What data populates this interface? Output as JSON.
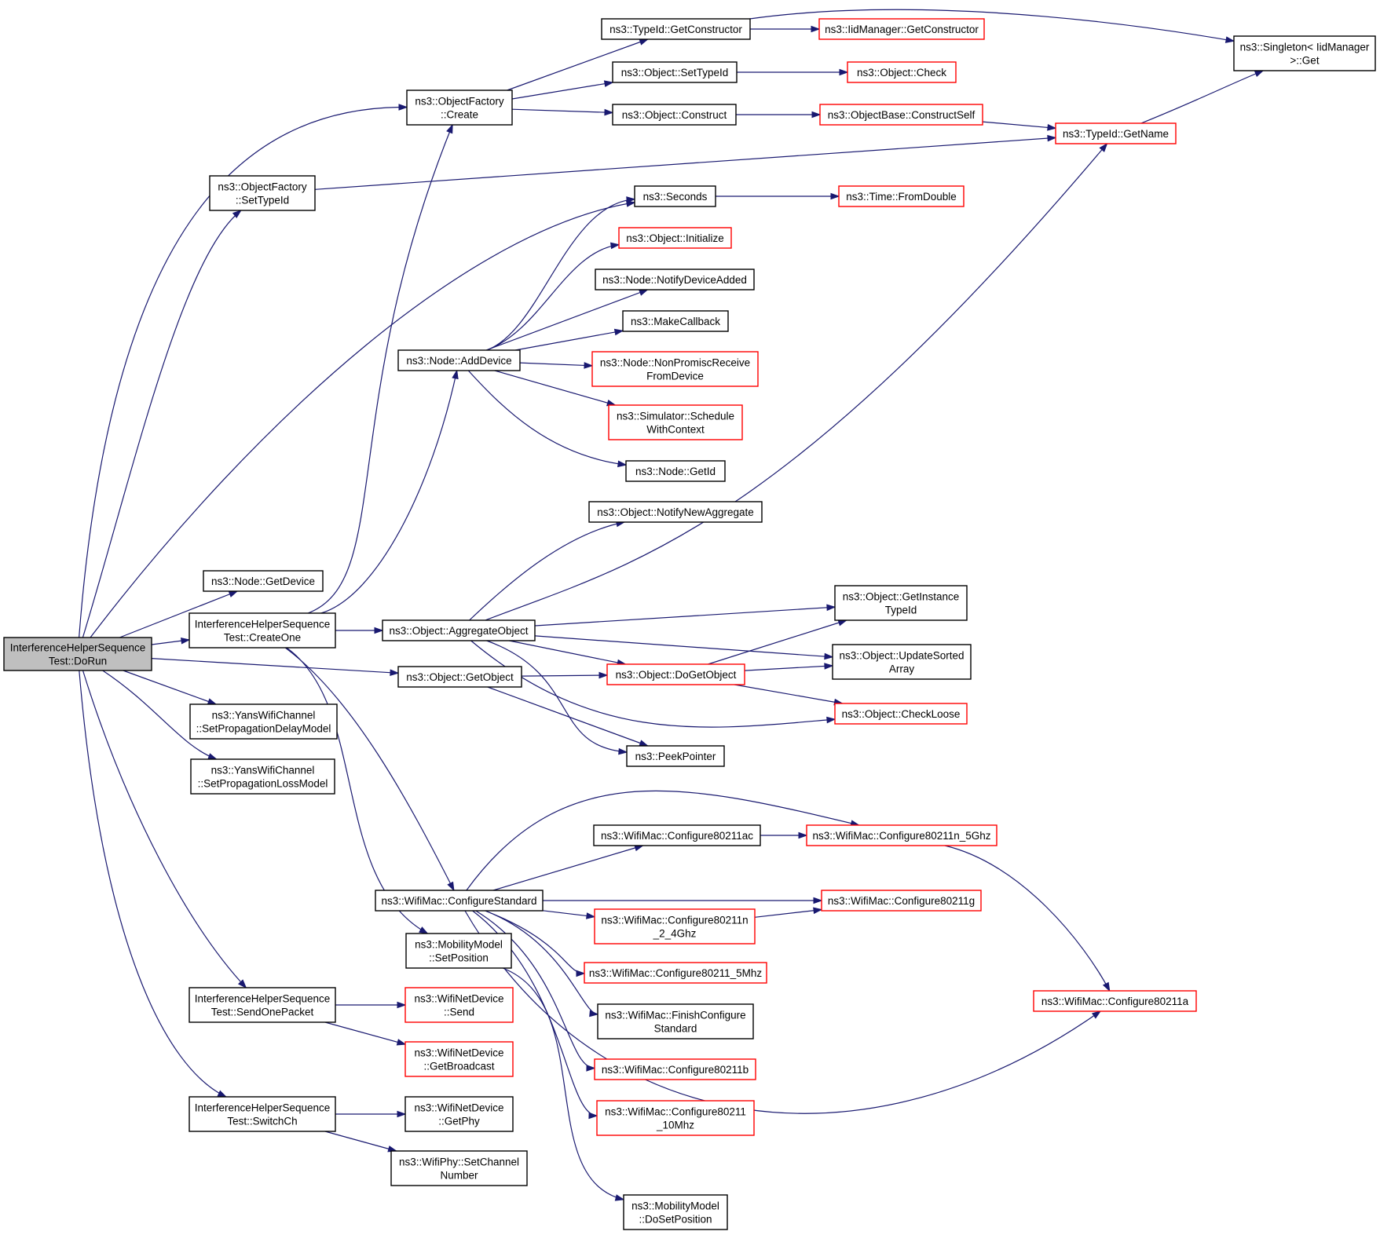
{
  "colors": {
    "edge": "#191970",
    "node_border": "#000000",
    "node_border_incomplete": "#ff0000",
    "root_fill": "#bfbfbf",
    "node_fill": "#ffffff",
    "text": "#000000"
  },
  "nodes": [
    {
      "id": "n_dorun",
      "lines": [
        "InterferenceHelperSequence",
        "Test::DoRun"
      ],
      "style": "root"
    },
    {
      "id": "n_factory_create",
      "lines": [
        "ns3::ObjectFactory",
        "::Create"
      ],
      "style": "normal"
    },
    {
      "id": "n_factory_settypeid",
      "lines": [
        "ns3::ObjectFactory",
        "::SetTypeId"
      ],
      "style": "normal"
    },
    {
      "id": "n_seconds",
      "lines": [
        "ns3::Seconds"
      ],
      "style": "normal"
    },
    {
      "id": "n_node_getdevice",
      "lines": [
        "ns3::Node::GetDevice"
      ],
      "style": "normal"
    },
    {
      "id": "n_createone",
      "lines": [
        "InterferenceHelperSequence",
        "Test::CreateOne"
      ],
      "style": "normal"
    },
    {
      "id": "n_getobject",
      "lines": [
        "ns3::Object::GetObject"
      ],
      "style": "normal"
    },
    {
      "id": "n_setpropdelay",
      "lines": [
        "ns3::YansWifiChannel",
        "::SetPropagationDelayModel"
      ],
      "style": "normal"
    },
    {
      "id": "n_setproploss",
      "lines": [
        "ns3::YansWifiChannel",
        "::SetPropagationLossModel"
      ],
      "style": "normal"
    },
    {
      "id": "n_sendonepacket",
      "lines": [
        "InterferenceHelperSequence",
        "Test::SendOnePacket"
      ],
      "style": "normal"
    },
    {
      "id": "n_switchch",
      "lines": [
        "InterferenceHelperSequence",
        "Test::SwitchCh"
      ],
      "style": "normal"
    },
    {
      "id": "n_typeid_getconstructor",
      "lines": [
        "ns3::TypeId::GetConstructor"
      ],
      "style": "normal"
    },
    {
      "id": "n_object_settypeid",
      "lines": [
        "ns3::Object::SetTypeId"
      ],
      "style": "normal"
    },
    {
      "id": "n_object_construct",
      "lines": [
        "ns3::Object::Construct"
      ],
      "style": "normal"
    },
    {
      "id": "n_node_adddevice",
      "lines": [
        "ns3::Node::AddDevice"
      ],
      "style": "normal"
    },
    {
      "id": "n_aggregateobject",
      "lines": [
        "ns3::Object::AggregateObject"
      ],
      "style": "normal"
    },
    {
      "id": "n_configurestandard",
      "lines": [
        "ns3::WifiMac::ConfigureStandard"
      ],
      "style": "normal"
    },
    {
      "id": "n_mobility_setposition",
      "lines": [
        "ns3::MobilityModel",
        "::SetPosition"
      ],
      "style": "normal"
    },
    {
      "id": "n_netdevice_send",
      "lines": [
        "ns3::WifiNetDevice",
        "::Send"
      ],
      "style": "incomplete"
    },
    {
      "id": "n_netdevice_getbroadcast",
      "lines": [
        "ns3::WifiNetDevice",
        "::GetBroadcast"
      ],
      "style": "incomplete"
    },
    {
      "id": "n_netdevice_getphy",
      "lines": [
        "ns3::WifiNetDevice",
        "::GetPhy"
      ],
      "style": "normal"
    },
    {
      "id": "n_setchannelnumber",
      "lines": [
        "ns3::WifiPhy::SetChannel",
        "Number"
      ],
      "style": "normal"
    },
    {
      "id": "n_iidmanager_getconstructor",
      "lines": [
        "ns3::IidManager::GetConstructor"
      ],
      "style": "incomplete"
    },
    {
      "id": "n_object_check",
      "lines": [
        "ns3::Object::Check"
      ],
      "style": "incomplete"
    },
    {
      "id": "n_constructself",
      "lines": [
        "ns3::ObjectBase::ConstructSelf"
      ],
      "style": "incomplete"
    },
    {
      "id": "n_time_fromdouble",
      "lines": [
        "ns3::Time::FromDouble"
      ],
      "style": "incomplete"
    },
    {
      "id": "n_object_initialize",
      "lines": [
        "ns3::Object::Initialize"
      ],
      "style": "incomplete"
    },
    {
      "id": "n_notifydeviceadded",
      "lines": [
        "ns3::Node::NotifyDeviceAdded"
      ],
      "style": "normal"
    },
    {
      "id": "n_makecallback",
      "lines": [
        "ns3::MakeCallback"
      ],
      "style": "normal"
    },
    {
      "id": "n_nonpromisc",
      "lines": [
        "ns3::Node::NonPromiscReceive",
        "FromDevice"
      ],
      "style": "incomplete"
    },
    {
      "id": "n_schedulewithcontext",
      "lines": [
        "ns3::Simulator::Schedule",
        "WithContext"
      ],
      "style": "incomplete"
    },
    {
      "id": "n_node_getid",
      "lines": [
        "ns3::Node::GetId"
      ],
      "style": "normal"
    },
    {
      "id": "n_notifynewaggregate",
      "lines": [
        "ns3::Object::NotifyNewAggregate"
      ],
      "style": "normal"
    },
    {
      "id": "n_getinstancetypeid",
      "lines": [
        "ns3::Object::GetInstance",
        "TypeId"
      ],
      "style": "normal"
    },
    {
      "id": "n_updatesortedarray",
      "lines": [
        "ns3::Object::UpdateSorted",
        "Array"
      ],
      "style": "normal"
    },
    {
      "id": "n_dogetobject",
      "lines": [
        "ns3::Object::DoGetObject"
      ],
      "style": "incomplete"
    },
    {
      "id": "n_checkloose",
      "lines": [
        "ns3::Object::CheckLoose"
      ],
      "style": "incomplete"
    },
    {
      "id": "n_peekpointer",
      "lines": [
        "ns3::PeekPointer"
      ],
      "style": "normal"
    },
    {
      "id": "n_singleton_get",
      "lines": [
        "ns3::Singleton< IidManager",
        " >::Get"
      ],
      "style": "normal"
    },
    {
      "id": "n_typeid_getname",
      "lines": [
        "ns3::TypeId::GetName"
      ],
      "style": "incomplete"
    },
    {
      "id": "n_cfg_80211ac",
      "lines": [
        "ns3::WifiMac::Configure80211ac"
      ],
      "style": "normal"
    },
    {
      "id": "n_cfg_80211n_5ghz",
      "lines": [
        "ns3::WifiMac::Configure80211n_5Ghz"
      ],
      "style": "incomplete"
    },
    {
      "id": "n_cfg_80211g",
      "lines": [
        "ns3::WifiMac::Configure80211g"
      ],
      "style": "incomplete"
    },
    {
      "id": "n_cfg_80211n_24ghz",
      "lines": [
        "ns3::WifiMac::Configure80211n",
        "_2_4Ghz"
      ],
      "style": "incomplete"
    },
    {
      "id": "n_cfg_80211_5mhz",
      "lines": [
        "ns3::WifiMac::Configure80211_5Mhz"
      ],
      "style": "incomplete"
    },
    {
      "id": "n_finishconfigure",
      "lines": [
        "ns3::WifiMac::FinishConfigure",
        "Standard"
      ],
      "style": "normal"
    },
    {
      "id": "n_cfg_80211b",
      "lines": [
        "ns3::WifiMac::Configure80211b"
      ],
      "style": "incomplete"
    },
    {
      "id": "n_cfg_80211_10mhz",
      "lines": [
        "ns3::WifiMac::Configure80211",
        "_10Mhz"
      ],
      "style": "incomplete"
    },
    {
      "id": "n_cfg_80211a",
      "lines": [
        "ns3::WifiMac::Configure80211a"
      ],
      "style": "incomplete"
    },
    {
      "id": "n_mobility_dosetposition",
      "lines": [
        "ns3::MobilityModel",
        "::DoSetPosition"
      ],
      "style": "normal"
    }
  ],
  "edges": [
    {
      "from": "n_dorun",
      "to": "n_factory_create"
    },
    {
      "from": "n_dorun",
      "to": "n_factory_settypeid"
    },
    {
      "from": "n_dorun",
      "to": "n_seconds"
    },
    {
      "from": "n_dorun",
      "to": "n_node_getdevice"
    },
    {
      "from": "n_dorun",
      "to": "n_createone"
    },
    {
      "from": "n_dorun",
      "to": "n_getobject"
    },
    {
      "from": "n_dorun",
      "to": "n_setpropdelay"
    },
    {
      "from": "n_dorun",
      "to": "n_setproploss"
    },
    {
      "from": "n_dorun",
      "to": "n_sendonepacket"
    },
    {
      "from": "n_dorun",
      "to": "n_switchch"
    },
    {
      "from": "n_factory_create",
      "to": "n_typeid_getconstructor"
    },
    {
      "from": "n_factory_create",
      "to": "n_object_settypeid"
    },
    {
      "from": "n_factory_create",
      "to": "n_object_construct"
    },
    {
      "from": "n_typeid_getconstructor",
      "to": "n_iidmanager_getconstructor"
    },
    {
      "from": "n_typeid_getconstructor",
      "to": "n_singleton_get"
    },
    {
      "from": "n_object_settypeid",
      "to": "n_object_check"
    },
    {
      "from": "n_object_construct",
      "to": "n_constructself"
    },
    {
      "from": "n_constructself",
      "to": "n_typeid_getname"
    },
    {
      "from": "n_typeid_getname",
      "to": "n_singleton_get"
    },
    {
      "from": "n_factory_settypeid",
      "to": "n_typeid_getname"
    },
    {
      "from": "n_seconds",
      "to": "n_time_fromdouble"
    },
    {
      "from": "n_createone",
      "to": "n_factory_create"
    },
    {
      "from": "n_createone",
      "to": "n_node_adddevice"
    },
    {
      "from": "n_createone",
      "to": "n_aggregateobject"
    },
    {
      "from": "n_createone",
      "to": "n_configurestandard"
    },
    {
      "from": "n_createone",
      "to": "n_mobility_setposition"
    },
    {
      "from": "n_node_adddevice",
      "to": "n_seconds"
    },
    {
      "from": "n_node_adddevice",
      "to": "n_object_initialize"
    },
    {
      "from": "n_node_adddevice",
      "to": "n_notifydeviceadded"
    },
    {
      "from": "n_node_adddevice",
      "to": "n_makecallback"
    },
    {
      "from": "n_node_adddevice",
      "to": "n_nonpromisc"
    },
    {
      "from": "n_node_adddevice",
      "to": "n_schedulewithcontext"
    },
    {
      "from": "n_node_adddevice",
      "to": "n_node_getid"
    },
    {
      "from": "n_aggregateobject",
      "to": "n_notifynewaggregate"
    },
    {
      "from": "n_aggregateobject",
      "to": "n_typeid_getname"
    },
    {
      "from": "n_aggregateobject",
      "to": "n_getinstancetypeid"
    },
    {
      "from": "n_aggregateobject",
      "to": "n_updatesortedarray"
    },
    {
      "from": "n_aggregateobject",
      "to": "n_dogetobject"
    },
    {
      "from": "n_aggregateobject",
      "to": "n_checkloose"
    },
    {
      "from": "n_aggregateobject",
      "to": "n_peekpointer"
    },
    {
      "from": "n_getobject",
      "to": "n_dogetobject"
    },
    {
      "from": "n_getobject",
      "to": "n_peekpointer"
    },
    {
      "from": "n_dogetobject",
      "to": "n_getinstancetypeid"
    },
    {
      "from": "n_dogetobject",
      "to": "n_updatesortedarray"
    },
    {
      "from": "n_dogetobject",
      "to": "n_checkloose"
    },
    {
      "from": "n_configurestandard",
      "to": "n_cfg_80211ac"
    },
    {
      "from": "n_configurestandard",
      "to": "n_cfg_80211n_5ghz"
    },
    {
      "from": "n_configurestandard",
      "to": "n_cfg_80211g"
    },
    {
      "from": "n_configurestandard",
      "to": "n_cfg_80211n_24ghz"
    },
    {
      "from": "n_configurestandard",
      "to": "n_cfg_80211_5mhz"
    },
    {
      "from": "n_configurestandard",
      "to": "n_finishconfigure"
    },
    {
      "from": "n_configurestandard",
      "to": "n_cfg_80211b"
    },
    {
      "from": "n_configurestandard",
      "to": "n_cfg_80211_10mhz"
    },
    {
      "from": "n_configurestandard",
      "to": "n_cfg_80211a"
    },
    {
      "from": "n_cfg_80211ac",
      "to": "n_cfg_80211n_5ghz"
    },
    {
      "from": "n_cfg_80211n_5ghz",
      "to": "n_cfg_80211a"
    },
    {
      "from": "n_cfg_80211n_24ghz",
      "to": "n_cfg_80211g"
    },
    {
      "from": "n_mobility_setposition",
      "to": "n_mobility_dosetposition"
    },
    {
      "from": "n_sendonepacket",
      "to": "n_netdevice_send"
    },
    {
      "from": "n_sendonepacket",
      "to": "n_netdevice_getbroadcast"
    },
    {
      "from": "n_switchch",
      "to": "n_netdevice_getphy"
    },
    {
      "from": "n_switchch",
      "to": "n_setchannelnumber"
    }
  ]
}
